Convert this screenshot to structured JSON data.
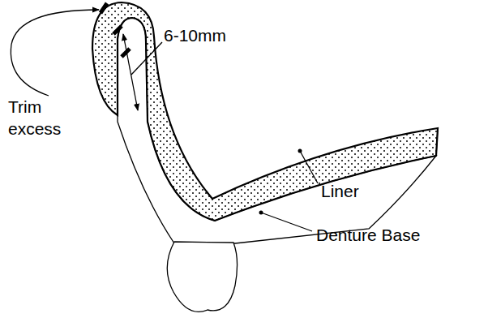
{
  "diagram": {
    "labels": [
      "Trim excess",
      "6-10mm",
      "Liner",
      "Denture Base"
    ]
  }
}
